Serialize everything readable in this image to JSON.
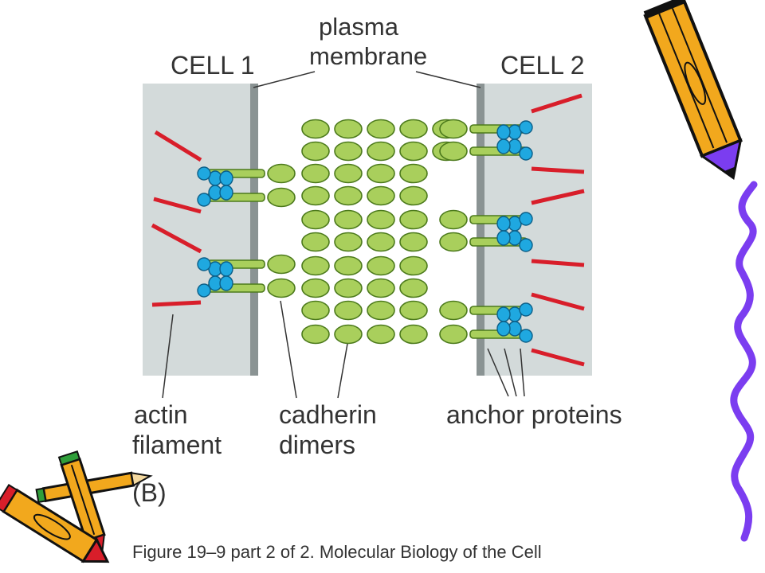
{
  "diagram": {
    "cell1": "CELL 1",
    "cell2": "CELL 2",
    "plasma_membrane": [
      "plasma",
      "membrane"
    ],
    "actin_filament": [
      "actin",
      "filament"
    ],
    "cadherin_dimers": [
      "cadherin",
      "dimers"
    ],
    "anchor_proteins": "anchor proteins",
    "panel": "(B)",
    "caption": "Figure 19–9 part 2 of 2. Molecular Biology of the Cell"
  },
  "colors": {
    "cell_fill": "#d3dada",
    "membrane": "#8a9393",
    "actin": "#d81e2a",
    "anchor": "#1fa8e0",
    "cadherin": "#a9cf5c",
    "cadherin_stroke": "#4c7a1c",
    "wavy_line": "#7b3df0",
    "pencil_body": "#f2a81d"
  },
  "icons": [
    "pencil-icon-top-right",
    "pencils-icon-bottom-left"
  ]
}
